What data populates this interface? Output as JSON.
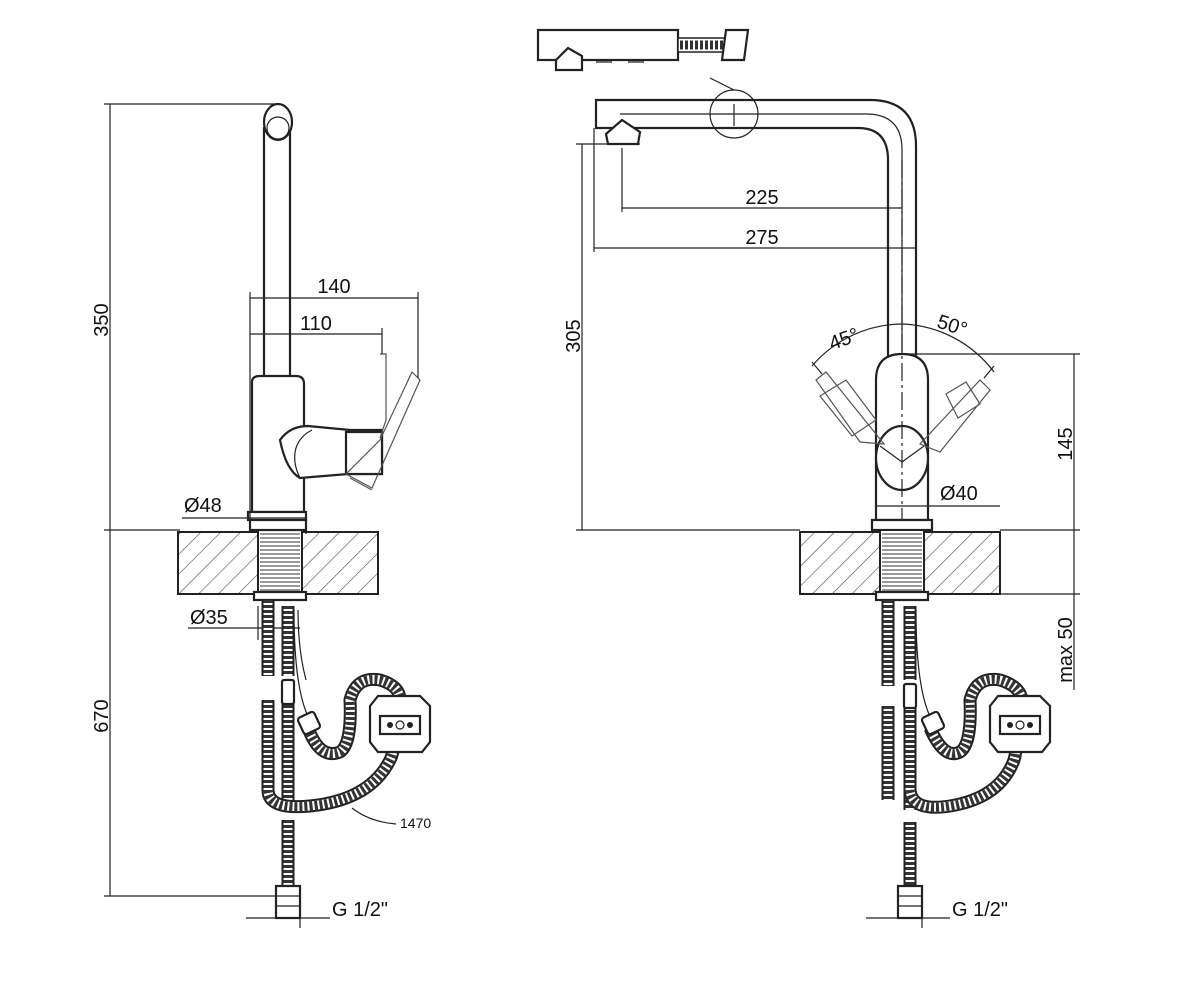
{
  "dimensions": {
    "left_height_total": "350",
    "left_height_below": "670",
    "spout_reach_outer": "140",
    "spout_reach_inner": "110",
    "base_diameter": "Ø48",
    "shank_diameter": "Ø35",
    "hose_length": "1470",
    "thread_left": "G 1/2\"",
    "right_reach_inner": "225",
    "right_reach_outer": "275",
    "right_height": "305",
    "angle_left": "45°",
    "angle_right": "50°",
    "lever_height": "145",
    "body_diameter": "Ø40",
    "max_thickness": "max 50",
    "thread_right": "G 1/2\""
  },
  "colors": {
    "line": "#222222",
    "hatch": "#555555",
    "background": "#ffffff"
  }
}
